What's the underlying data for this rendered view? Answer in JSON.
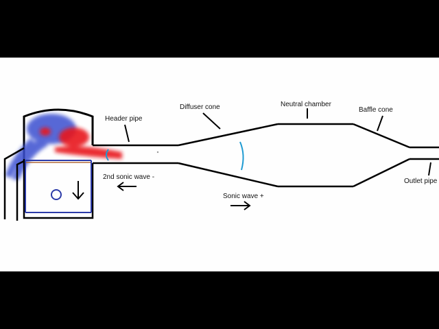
{
  "diagram": {
    "labels": {
      "header_pipe": "Header pipe",
      "diffuser_cone": "Diffuser cone",
      "neutral_chamber": "Neutral chamber",
      "baffle_cone": "Baffle cone",
      "outlet_pipe": "Outlet pipe",
      "second_sonic_wave": "2nd sonic wave -",
      "sonic_wave": "Sonic wave +"
    },
    "colors": {
      "outline": "#000000",
      "exhaust_gas_hot": "#e8141c",
      "exhaust_gas_cool": "#3a4fd0",
      "wave_front": "#1e9bd2",
      "piston_line": "#2b3aa8",
      "piston_top": "#b06a3a"
    }
  }
}
